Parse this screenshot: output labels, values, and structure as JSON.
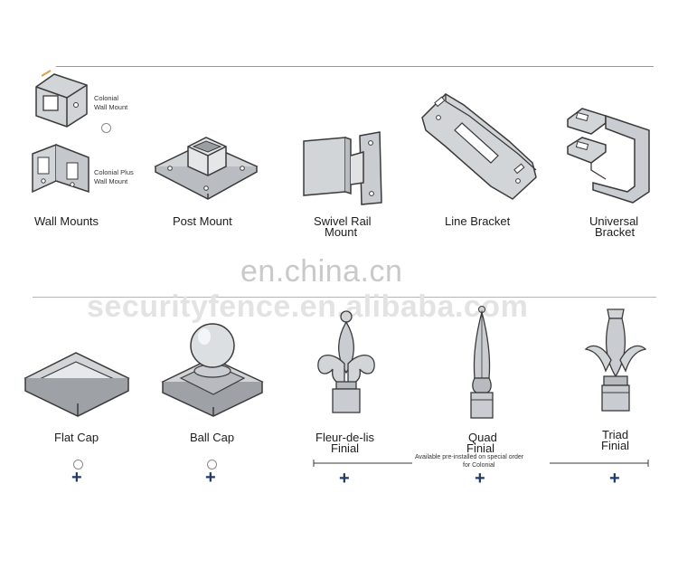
{
  "top_section": {
    "items": [
      {
        "label": "Wall Mounts",
        "icon": "wall-mounts-icon"
      },
      {
        "label": "Post Mount",
        "icon": "post-mount-icon"
      },
      {
        "label_line1": "Swivel Rail",
        "label_line2": "Mount",
        "icon": "swivel-rail-mount-icon"
      },
      {
        "label": "Line Bracket",
        "icon": "line-bracket-icon"
      },
      {
        "label_line1": "Universal",
        "label_line2": "Bracket",
        "icon": "universal-bracket-icon"
      }
    ],
    "wall_mount_variants": {
      "colonial_line1": "Colonial",
      "colonial_line2": "Wall Mount",
      "colonial_plus_line1": "Colonial Plus",
      "colonial_plus_line2": "Wall Mount"
    }
  },
  "watermarks": {
    "primary": "en.china.cn",
    "secondary": "securityfence.en.alibaba.com"
  },
  "bottom_section": {
    "items": [
      {
        "label": "Flat Cap",
        "icon": "flat-cap-icon"
      },
      {
        "label": "Ball Cap",
        "icon": "ball-cap-icon"
      },
      {
        "label_line1": "Fleur-de-lis",
        "label_line2": "Finial",
        "icon": "fleur-de-lis-finial-icon"
      },
      {
        "label_line1": "Quad",
        "label_line2": "Finial",
        "icon": "quad-finial-icon"
      },
      {
        "label_line1": "Triad",
        "label_line2": "Finial",
        "icon": "triad-finial-icon"
      }
    ],
    "note_line1": "Available pre-installed on special order",
    "note_line2": "for Colonial",
    "plus_symbol": "+"
  },
  "colors": {
    "part_fill": "#d2d5d8",
    "part_stroke": "#3a3a3a",
    "plus_color": "#1f3a6a",
    "rule": "#9a9a9a"
  }
}
